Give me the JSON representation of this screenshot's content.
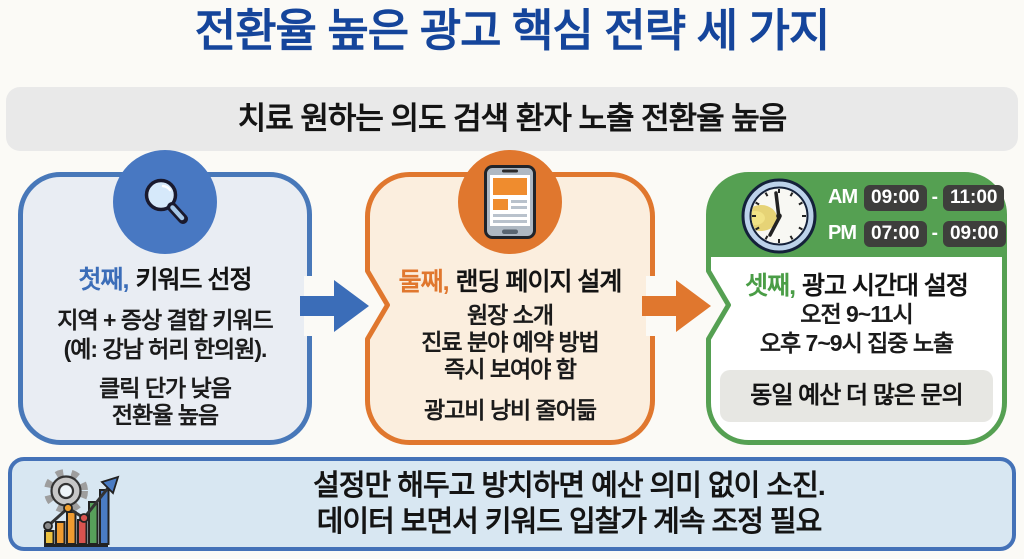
{
  "page": {
    "title": "전환율 높은 광고 핵심 전략 세 가지",
    "subtitle": "치료 원하는 의도 검색 환자 노출 전환율 높음"
  },
  "cards": [
    {
      "icon": "magnifier-icon",
      "label": "첫째,",
      "title": "키워드 선정",
      "body1": [
        "지역 + 증상 결합 키워드",
        "(예: 강남 허리 한의원)."
      ],
      "body2": [
        "클릭 단가 낮음",
        "전환율 높음"
      ],
      "accent": "#3b6db8",
      "border": "#4878b9"
    },
    {
      "icon": "smartphone-icon",
      "label": "둘째,",
      "title": "랜딩 페이지 설계",
      "body1": [
        "원장 소개",
        "진료 분야 예약 방법",
        "즉시 보여야 함"
      ],
      "body2": [
        "광고비 낭비 줄어듦"
      ],
      "accent": "#e0772e",
      "border": "#e0772e"
    },
    {
      "icon": "clock-icon",
      "label": "셋째,",
      "title": "광고 시간대 설정",
      "body1": [
        "오전 9~11시",
        "오후 7~9시 집중 노출"
      ],
      "badge": "동일 예산 더 많은 문의",
      "accent": "#4a9d46",
      "border": "#55a052",
      "schedule": [
        {
          "period": "AM",
          "start": "09:00",
          "sep": "-",
          "end": "11:00"
        },
        {
          "period": "PM",
          "start": "07:00",
          "sep": "-",
          "end": "09:00"
        }
      ]
    }
  ],
  "footer": {
    "icon": "gear-chart-icon",
    "lines": [
      "설정만 해두고 방치하면 예산 의미 없이 소진.",
      "데이터 보면서 키워드 입찰가 계속 조정 필요"
    ]
  },
  "colors": {
    "title": "#15459b",
    "arrow_blue": "#3b6db8",
    "arrow_orange": "#e0772e",
    "time_badge_bg": "#3e3e3c",
    "footer_bg": "#d8e7f2",
    "footer_border": "#4472b8"
  }
}
